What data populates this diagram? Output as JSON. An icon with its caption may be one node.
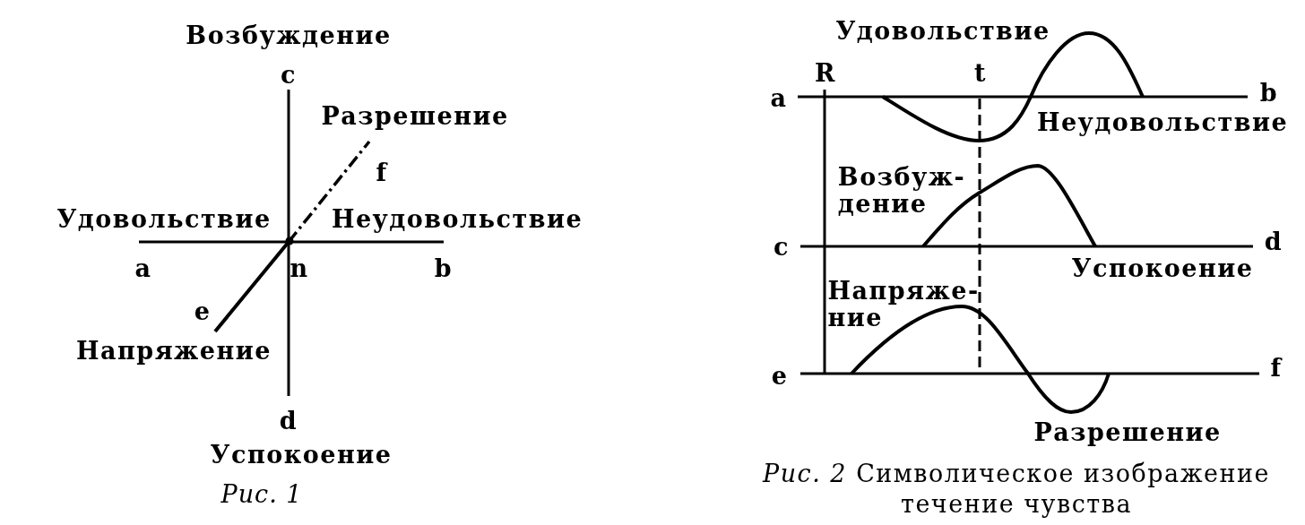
{
  "diagram": {
    "labels": [
      "Возбуждение",
      "c",
      "Разрешение",
      "f",
      "Удовольствие",
      "Неудовольствие",
      "a",
      "n",
      "b",
      "e",
      "Напряжение",
      "d",
      "Успокоение",
      "Рис. 1",
      "Удовольствие",
      "R",
      "t",
      "a",
      "b",
      "Неудовольствие",
      "Возбуж- дение",
      "c",
      "d",
      "Успокоение",
      "Напряже- ние",
      "e",
      "f",
      "Разрешение",
      "*Рис. 2* Символическое изображение течение чувства"
    ]
  }
}
